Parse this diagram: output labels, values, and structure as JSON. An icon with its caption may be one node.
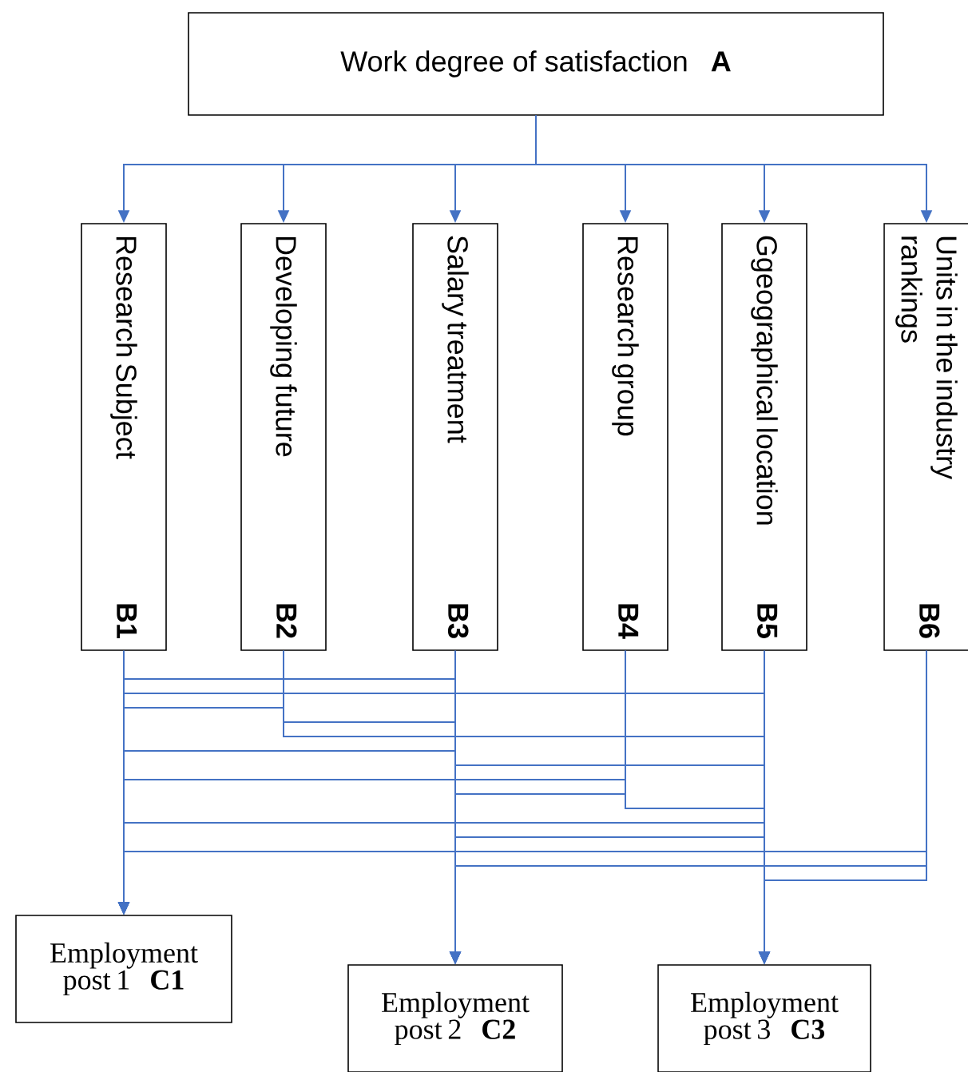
{
  "diagram": {
    "nodes": [
      {
        "text": [
          "Work degree of satisfaction",
          "A"
        ]
      },
      {
        "text": [
          "Research Subject",
          "B1"
        ]
      },
      {
        "text": [
          "Developing future",
          "B2"
        ]
      },
      {
        "text": [
          "Salary treatment",
          "B3"
        ]
      },
      {
        "text": [
          "Research group",
          "B4"
        ]
      },
      {
        "text": [
          "Ggeographical location",
          "B5"
        ]
      },
      {
        "text": [
          "Units in the industry rankings",
          "B6"
        ]
      },
      {
        "text": [
          "Employment post 1",
          "C1"
        ]
      },
      {
        "text": [
          "Employment post 2",
          "C2"
        ]
      },
      {
        "text": [
          "Employment post 3",
          "C3"
        ]
      }
    ],
    "edges": [
      {
        "from": 0,
        "to": 1,
        "arrow": "to"
      },
      {
        "from": 0,
        "to": 2,
        "arrow": "to"
      },
      {
        "from": 0,
        "to": 3,
        "arrow": "to"
      },
      {
        "from": 0,
        "to": 4,
        "arrow": "to"
      },
      {
        "from": 0,
        "to": 5,
        "arrow": "to"
      },
      {
        "from": 0,
        "to": 6,
        "arrow": "to"
      },
      {
        "from": 1,
        "to": 7,
        "arrow": "to"
      },
      {
        "from": 1,
        "to": 8,
        "arrow": "to"
      },
      {
        "from": 1,
        "to": 9,
        "arrow": "to"
      },
      {
        "from": 2,
        "to": 7,
        "arrow": "to"
      },
      {
        "from": 2,
        "to": 8,
        "arrow": "to"
      },
      {
        "from": 2,
        "to": 9,
        "arrow": "to"
      },
      {
        "from": 3,
        "to": 7,
        "arrow": "to"
      },
      {
        "from": 3,
        "to": 8,
        "arrow": "to"
      },
      {
        "from": 3,
        "to": 9,
        "arrow": "to"
      },
      {
        "from": 4,
        "to": 7,
        "arrow": "to"
      },
      {
        "from": 4,
        "to": 8,
        "arrow": "to"
      },
      {
        "from": 4,
        "to": 9,
        "arrow": "to"
      },
      {
        "from": 5,
        "to": 7,
        "arrow": "to"
      },
      {
        "from": 5,
        "to": 8,
        "arrow": "to"
      },
      {
        "from": 5,
        "to": 9,
        "arrow": "to"
      },
      {
        "from": 6,
        "to": 7,
        "arrow": "to"
      },
      {
        "from": 6,
        "to": 8,
        "arrow": "to"
      },
      {
        "from": 6,
        "to": 9,
        "arrow": "to"
      }
    ]
  }
}
